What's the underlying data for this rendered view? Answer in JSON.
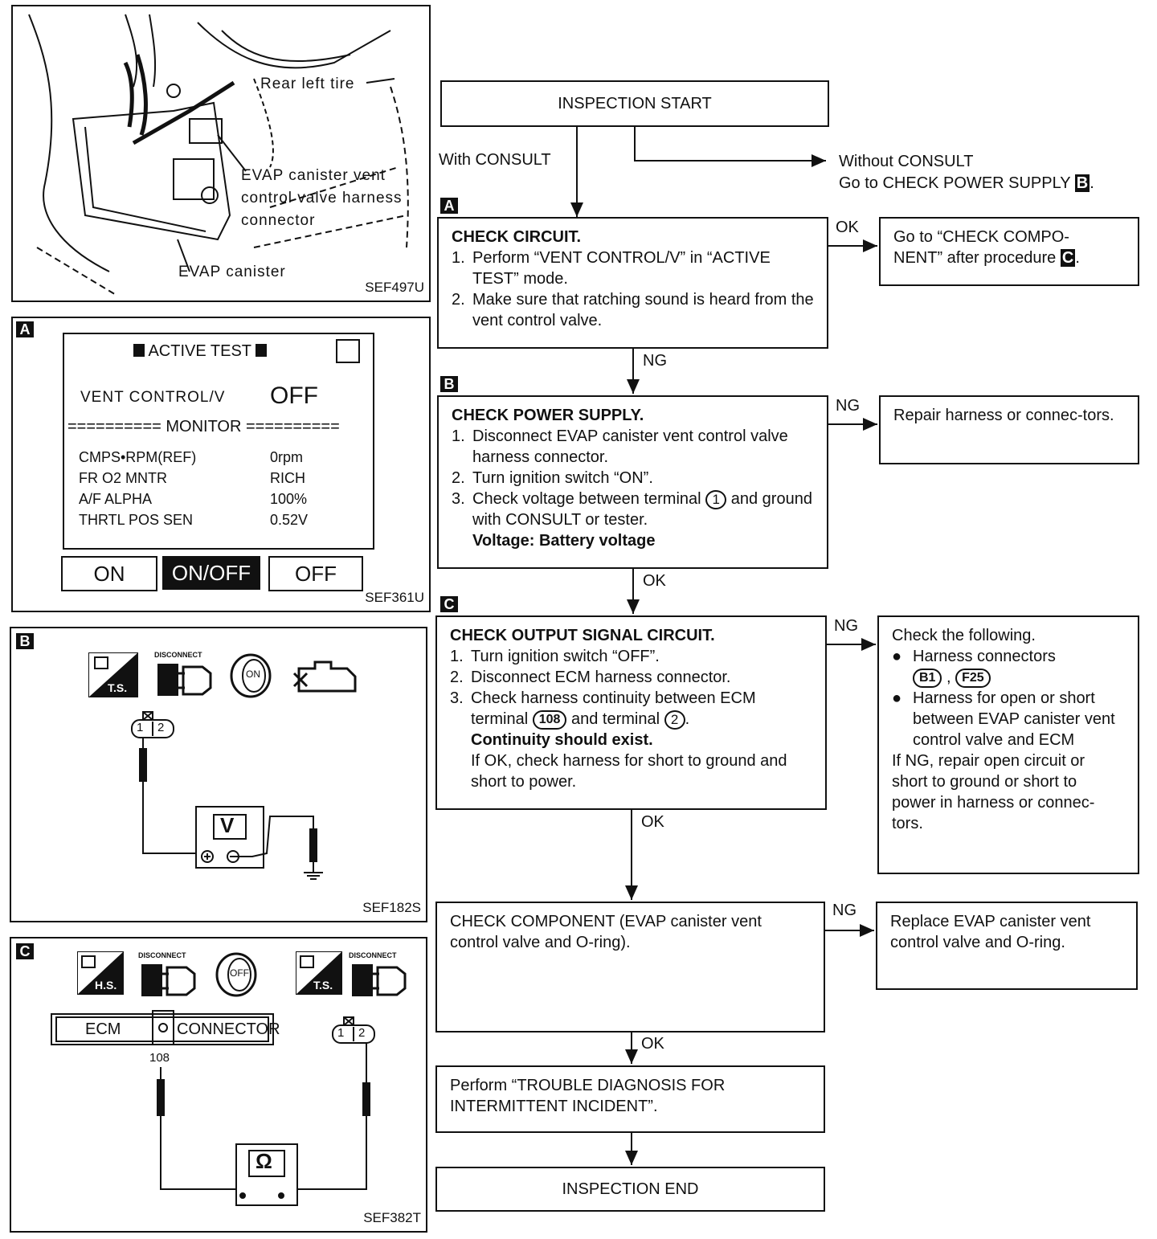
{
  "figure1": {
    "labels": {
      "tire": "Rear left tire",
      "valve_connector": "EVAP canister vent control valve harness connector",
      "valve_line1": "EVAP canister vent",
      "valve_line2": "control valve harness",
      "valve_line3": "connector",
      "canister": "EVAP canister"
    },
    "ref": "SEF497U"
  },
  "figureA": {
    "badge": "A",
    "screen_title": "ACTIVE TEST",
    "item_label": "VENT CONTROL/V",
    "item_value": "OFF",
    "monitor_label": "========== MONITOR ==========",
    "monitor_rows": [
      {
        "name": "CMPS•RPM(REF)",
        "value": "0rpm"
      },
      {
        "name": "FR O2 MNTR",
        "value": "RICH"
      },
      {
        "name": "A/F ALPHA",
        "value": "100%"
      },
      {
        "name": "THRTL POS SEN",
        "value": "0.52V"
      }
    ],
    "buttons": [
      "ON",
      "ON/OFF",
      "OFF"
    ],
    "ref": "SEF361U"
  },
  "figureB": {
    "badge": "B",
    "icon_labels": {
      "ts": "T.S.",
      "disconnect": "DISCONNECT",
      "key": "ON"
    },
    "pins": [
      "1",
      "2"
    ],
    "meter": "V",
    "ref": "SEF182S"
  },
  "figureC": {
    "badge": "C",
    "icon_labels": {
      "hs": "H.S.",
      "disconnect": "DISCONNECT",
      "key": "OFF",
      "ts": "T.S.",
      "disconnect2": "DISCONNECT"
    },
    "ecm": "ECM",
    "connector": "CONNECTOR",
    "terminal": "108",
    "pins": [
      "1",
      "2"
    ],
    "meter": "Ω",
    "ref": "SEF382T"
  },
  "flow": {
    "start": "INSPECTION START",
    "with_consult": "With CONSULT",
    "without_consult_1": "Without CONSULT",
    "without_consult_2": "Go to CHECK POWER SUPPLY",
    "without_badge": "B",
    "boxA": {
      "badge": "A",
      "title": "CHECK CIRCUIT.",
      "steps": [
        {
          "n": "1.",
          "text": "Perform “VENT CONTROL/V” in “ACTIVE TEST” mode."
        },
        {
          "n": "2.",
          "text": "Make sure that ratching sound is heard from the vent control valve."
        }
      ]
    },
    "okA": "OK",
    "resultA_1": "Go to “CHECK COMPO-",
    "resultA_2": "NENT” after procedure",
    "resultA_badge": "C",
    "ngA": "NG",
    "boxB": {
      "badge": "B",
      "title": "CHECK POWER SUPPLY.",
      "step1": "Disconnect EVAP canister vent control valve harness connector.",
      "step2": "Turn ignition switch “ON”.",
      "step3_a": "Check voltage between terminal",
      "step3_terminal": "1",
      "step3_b": "and ground with CONSULT or tester.",
      "spec": "Voltage: Battery voltage"
    },
    "ngB": "NG",
    "resultB": "Repair harness or connec-tors.",
    "okB": "OK",
    "boxC": {
      "badge": "C",
      "title": "CHECK OUTPUT SIGNAL CIRCUIT.",
      "step1": "Turn ignition switch “OFF”.",
      "step2": "Disconnect ECM harness connector.",
      "step3_a": "Check harness continuity between ECM terminal",
      "step3_t1": "108",
      "step3_b": "and terminal",
      "step3_t2": "2",
      "spec": "Continuity should exist.",
      "note": "If OK, check harness for short to ground and short to power."
    },
    "ngC": "NG",
    "resultC": {
      "title": "Check the following.",
      "bullet1": "Harness connectors",
      "conn1": "B1",
      "conn2": "F25",
      "bullet2": "Harness for open or short between EVAP canister vent control valve and ECM",
      "note": "If NG, repair open circuit or short to ground or short to power in harness or connec-tors."
    },
    "okC": "OK",
    "boxD": "CHECK COMPONENT (EVAP canister vent control valve and O-ring).",
    "ngD": "NG",
    "resultD": "Replace EVAP canister vent control valve and O-ring.",
    "okD": "OK",
    "boxE": "Perform “TROUBLE DIAGNOSIS FOR INTERMITTENT INCIDENT”.",
    "end": "INSPECTION END"
  }
}
